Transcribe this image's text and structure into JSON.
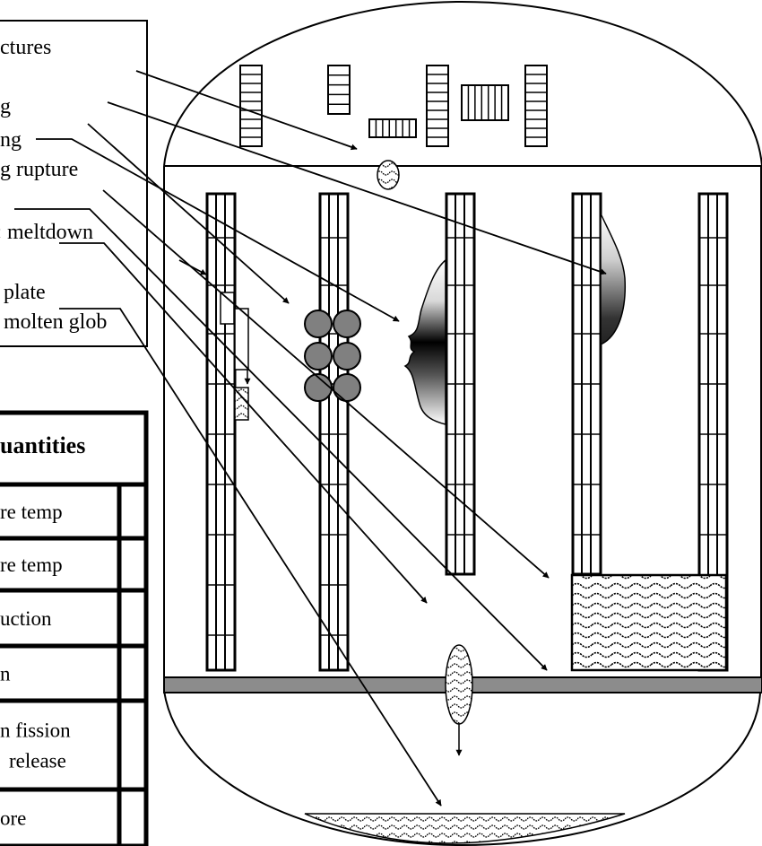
{
  "diagram": {
    "title": "Reactor core damage progression",
    "legend_labels": [
      {
        "id": "structures",
        "text": "ctures"
      },
      {
        "id": "label-2",
        "text": "g"
      },
      {
        "id": "label-3",
        "text": "ng"
      },
      {
        "id": "cladding-rupture",
        "text": "g rupture"
      },
      {
        "id": "meltdown",
        "text": "‹ meltdown"
      },
      {
        "id": "plate",
        "text": "plate"
      },
      {
        "id": "molten-glob",
        "text": "molten glob"
      }
    ],
    "table": {
      "title": "uantities",
      "rows": [
        {
          "label": [
            "re temp"
          ]
        },
        {
          "label": [
            "re temp"
          ]
        },
        {
          "label": [
            "uction"
          ]
        },
        {
          "label": [
            "n"
          ]
        },
        {
          "label": [
            "n fission",
            "release"
          ]
        },
        {
          "label": [
            "ore"
          ]
        }
      ]
    },
    "colors": {
      "line": "#000000",
      "gray_fill": "#808080",
      "plate_fill": "#8c8c8c",
      "background": "#ffffff"
    }
  }
}
